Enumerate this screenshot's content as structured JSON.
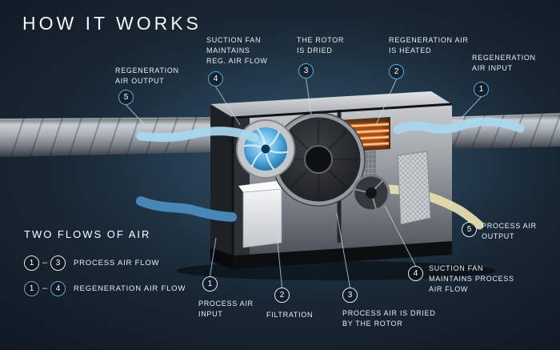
{
  "title": "HOW IT WORKS",
  "colors": {
    "background": "#16222e",
    "accent_blue": "#5fa9d6",
    "regen_arrow": "#a9d9f0",
    "process_arrow": "#4a8cbd",
    "output_arrow": "#e7dcae",
    "heater_orange": "#ff7f28",
    "text": "#e9eff3"
  },
  "callouts": {
    "regen_output": {
      "num": "5",
      "label": "REGENERATION\nAIR OUTPUT"
    },
    "suction_fan_reg": {
      "num": "4",
      "label": "SUCTION FAN\nMAINTAINS\nREG. AIR FLOW"
    },
    "rotor_dried": {
      "num": "3",
      "label": "THE ROTOR\nIS DRIED"
    },
    "regen_heated": {
      "num": "2",
      "label": "REGENERATION AIR\nIS HEATED"
    },
    "regen_input": {
      "num": "1",
      "label": "REGENERATION\nAIR INPUT"
    },
    "process_input": {
      "num": "1",
      "label": "PROCESS AIR\nINPUT"
    },
    "filtration": {
      "num": "2",
      "label": "FILTRATION"
    },
    "process_dried": {
      "num": "3",
      "label": "PROCESS AIR IS DRIED\nBY THE ROTOR"
    },
    "suction_fan_process": {
      "num": "4",
      "label": "SUCTION FAN\nMAINTAINS PROCESS\nAIR FLOW"
    },
    "process_output": {
      "num": "5",
      "label": "PROCESS AIR\nOUTPUT"
    }
  },
  "legend": {
    "title": "TWO FLOWS OF AIR",
    "separator": "–",
    "rows": [
      {
        "from": "1",
        "to": "3",
        "label": "PROCESS AIR FLOW",
        "style": "white"
      },
      {
        "from": "1",
        "to": "4",
        "label": "REGENERATION AIR FLOW",
        "style": "blue"
      }
    ]
  }
}
